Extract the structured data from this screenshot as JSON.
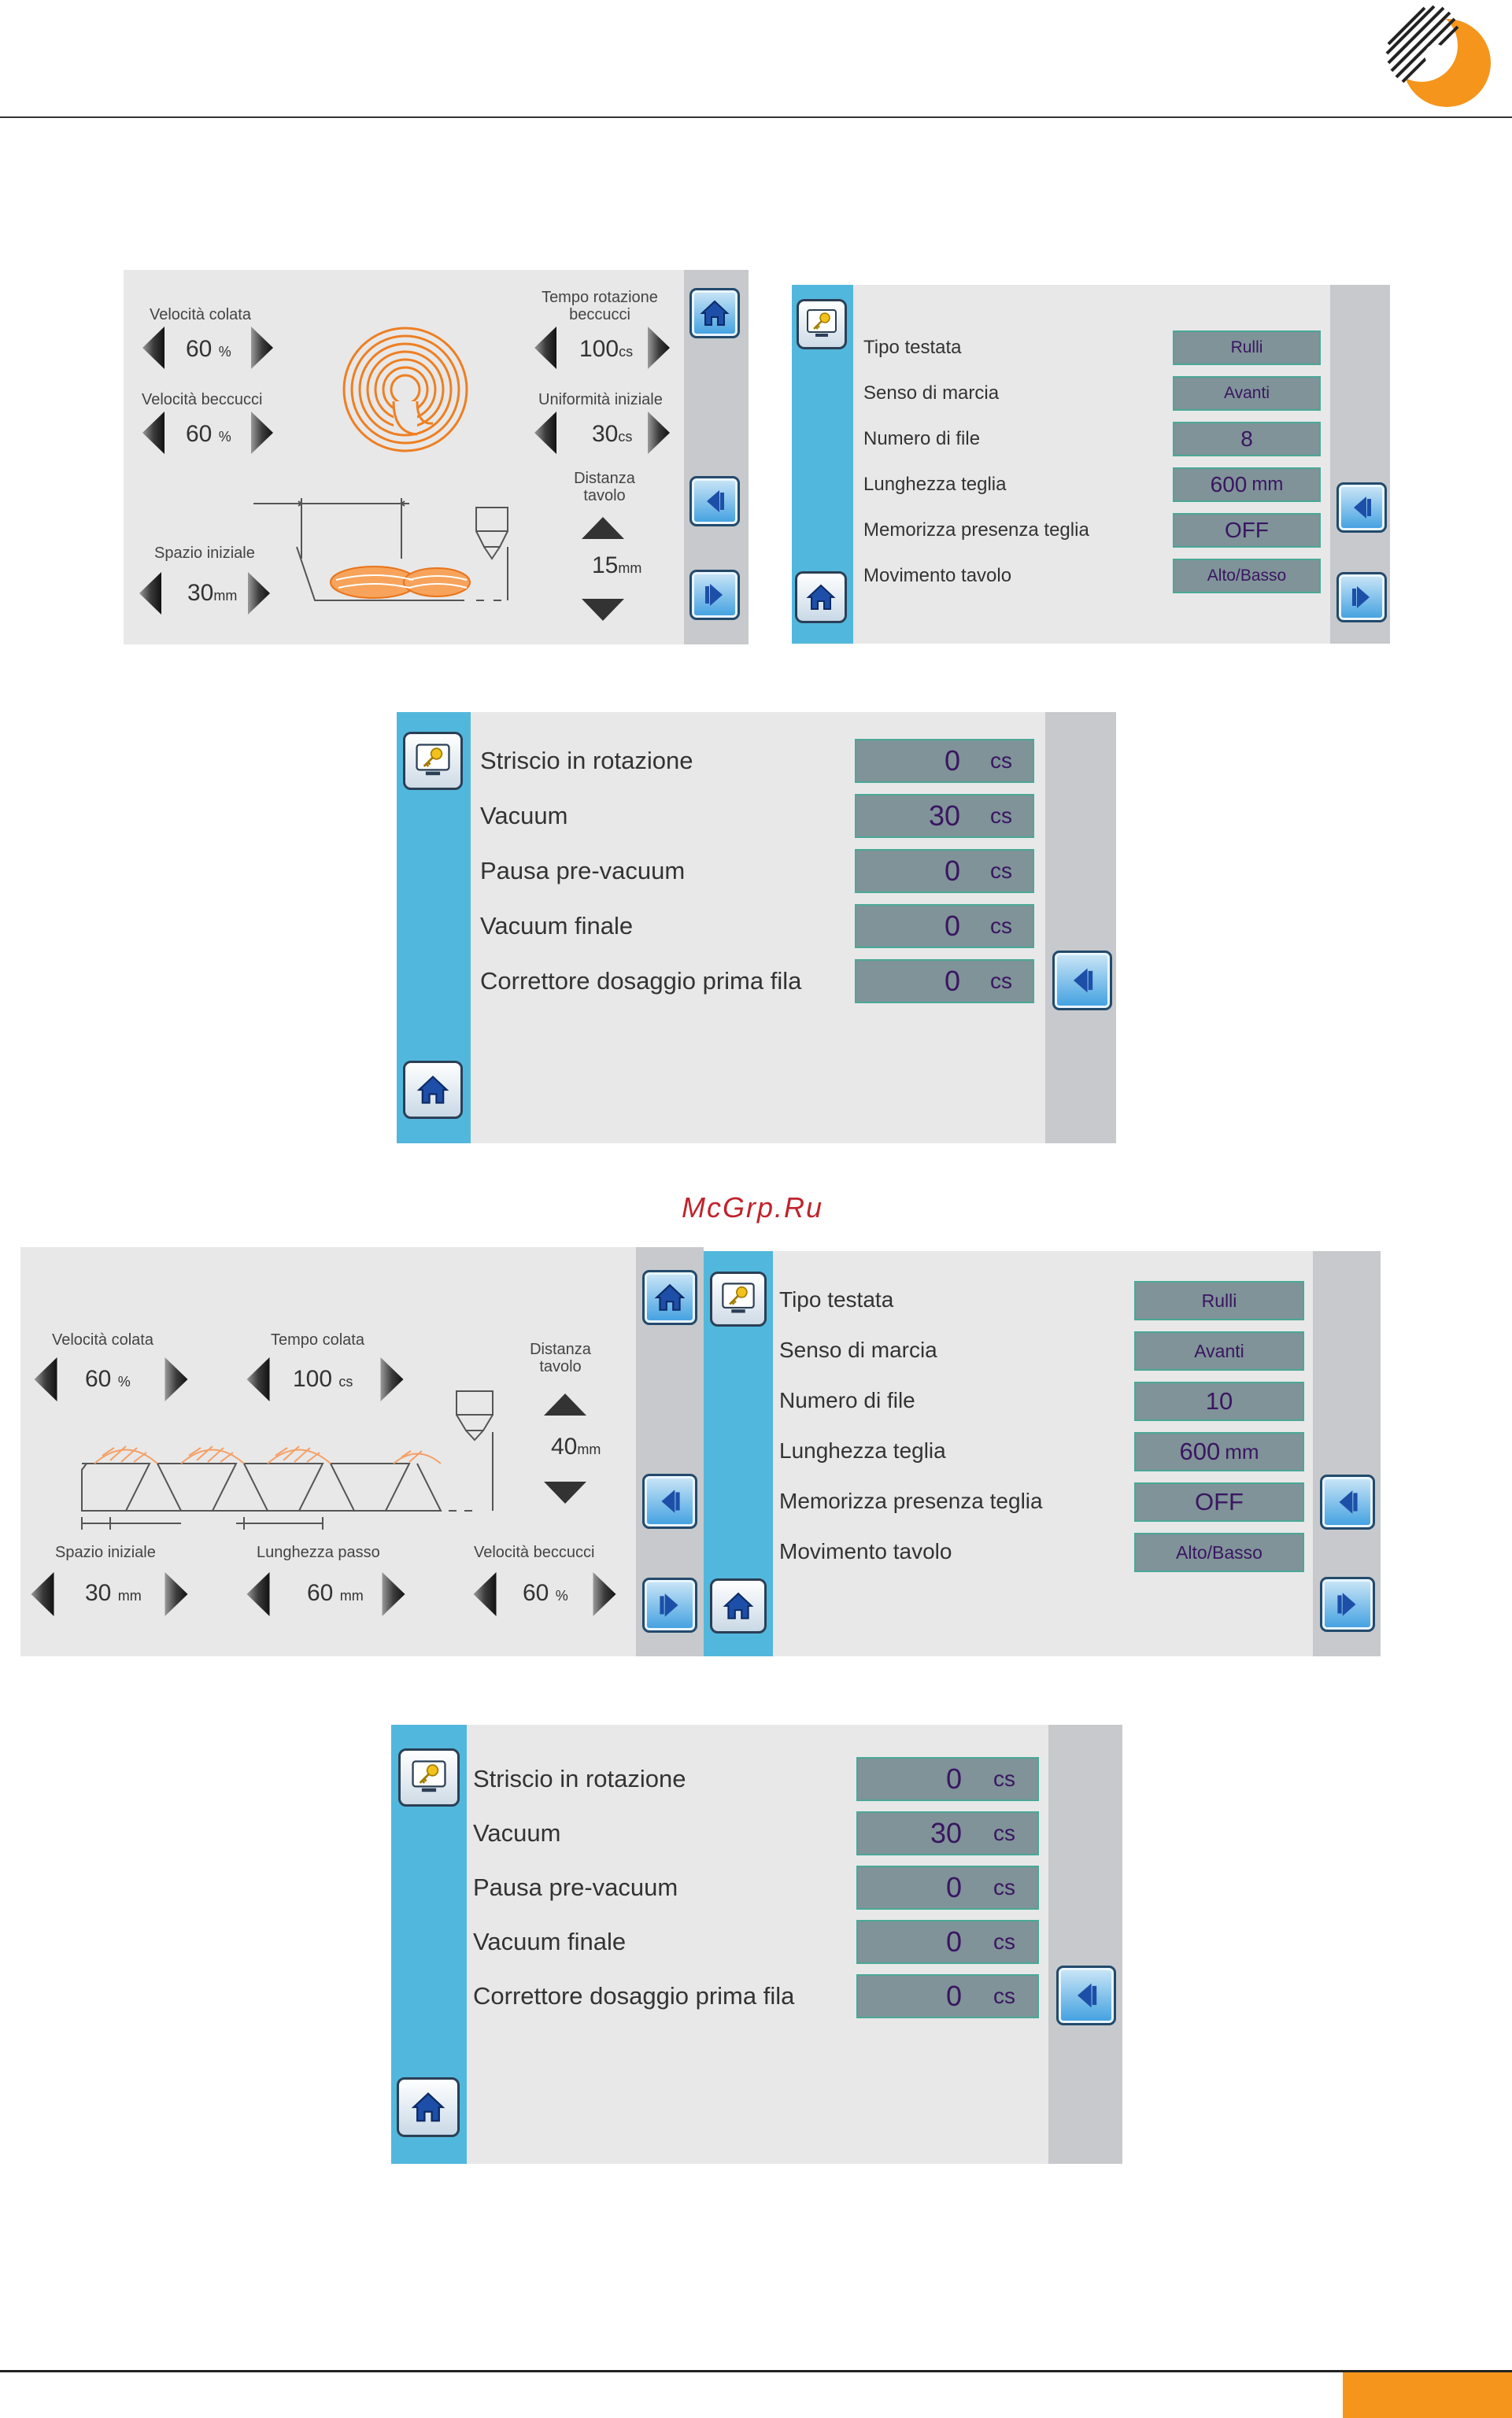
{
  "watermark": "McGrp.Ru",
  "colors": {
    "accent_orange": "#f6951c",
    "sidebar_blue": "#52b7dc",
    "value_box": "#7f9399",
    "value_text": "#3a1660"
  },
  "screen1": {
    "vel_colata": {
      "label": "Velocità colata",
      "value": "60",
      "unit": "%"
    },
    "vel_beccucci": {
      "label": "Velocità beccucci",
      "value": "60",
      "unit": "%"
    },
    "spazio_iniziale": {
      "label": "Spazio iniziale",
      "value": "30",
      "unit": "mm"
    },
    "tempo_rotazione": {
      "label1": "Tempo rotazione",
      "label2": "beccucci",
      "value": "100",
      "unit": "cs"
    },
    "uniformita": {
      "label": "Uniformità iniziale",
      "value": "30",
      "unit": "cs"
    },
    "distanza": {
      "label1": "Distanza",
      "label2": "tavolo",
      "value": "15",
      "unit": "mm"
    }
  },
  "screen2": {
    "rows": [
      {
        "label": "Tipo testata",
        "value": "Rulli"
      },
      {
        "label": "Senso di marcia",
        "value": "Avanti"
      },
      {
        "label": "Numero di file",
        "value": "8"
      },
      {
        "label": "Lunghezza teglia",
        "value": "600",
        "unit": "mm"
      },
      {
        "label": "Memorizza presenza teglia",
        "value": "OFF"
      },
      {
        "label": "Movimento tavolo",
        "value": "Alto/Basso"
      }
    ]
  },
  "screen3": {
    "rows": [
      {
        "label": "Striscio in rotazione",
        "value": "0",
        "unit": "cs"
      },
      {
        "label": "Vacuum",
        "value": "30",
        "unit": "cs"
      },
      {
        "label": "Pausa pre-vacuum",
        "value": "0",
        "unit": "cs"
      },
      {
        "label": "Vacuum finale",
        "value": "0",
        "unit": "cs"
      },
      {
        "label": "Correttore dosaggio prima fila",
        "value": "0",
        "unit": "cs"
      }
    ]
  },
  "screen4": {
    "vel_colata": {
      "label": "Velocità colata",
      "value": "60",
      "unit": "%"
    },
    "tempo_colata": {
      "label": "Tempo colata",
      "value": "100",
      "unit": "cs"
    },
    "distanza": {
      "label1": "Distanza",
      "label2": "tavolo",
      "value": "40",
      "unit": "mm"
    },
    "spazio_iniziale": {
      "label": "Spazio iniziale",
      "value": "30",
      "unit": "mm"
    },
    "lunghezza_passo": {
      "label": "Lunghezza passo",
      "value": "60",
      "unit": "mm"
    },
    "vel_beccucci": {
      "label": "Velocità beccucci",
      "value": "60",
      "unit": "%"
    }
  },
  "screen5": {
    "rows": [
      {
        "label": "Tipo testata",
        "value": "Rulli"
      },
      {
        "label": "Senso di marcia",
        "value": "Avanti"
      },
      {
        "label": "Numero di file",
        "value": "10"
      },
      {
        "label": "Lunghezza teglia",
        "value": "600",
        "unit": "mm"
      },
      {
        "label": "Memorizza presenza teglia",
        "value": "OFF"
      },
      {
        "label": "Movimento tavolo",
        "value": "Alto/Basso"
      }
    ]
  },
  "screen6": {
    "rows": [
      {
        "label": "Striscio in rotazione",
        "value": "0",
        "unit": "cs"
      },
      {
        "label": "Vacuum",
        "value": "30",
        "unit": "cs"
      },
      {
        "label": "Pausa pre-vacuum",
        "value": "0",
        "unit": "cs"
      },
      {
        "label": "Vacuum finale",
        "value": "0",
        "unit": "cs"
      },
      {
        "label": "Correttore dosaggio prima fila",
        "value": "0",
        "unit": "cs"
      }
    ]
  }
}
